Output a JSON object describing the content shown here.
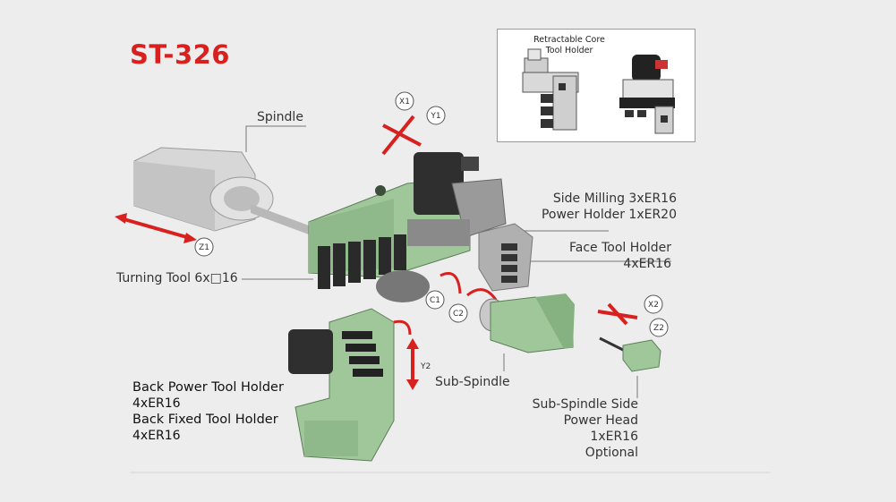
{
  "title": "ST-326",
  "inset": {
    "title_line1": "Retractable Core",
    "title_line2": "Tool Holder"
  },
  "labels": {
    "spindle": "Spindle",
    "side_milling_line1": "Side Milling  3xER16",
    "side_milling_line2": "Power Holder  1xER20",
    "face_tool_line1": "Face Tool Holder",
    "face_tool_line2": "4xER16",
    "turning_tool": "Turning Tool 6x□16",
    "back_power_line1": "Back Power Tool Holder",
    "back_power_line2": "4xER16",
    "back_fixed_line1": "Back Fixed Tool Holder",
    "back_fixed_line2": "4xER16",
    "sub_spindle": "Sub-Spindle",
    "sub_side_line1": "Sub-Spindle Side",
    "sub_side_line2": "Power Head",
    "sub_side_line3": "1xER16",
    "sub_side_line4": "Optional"
  },
  "axes": {
    "x1": "X1",
    "y1": "Y1",
    "z1": "Z1",
    "c1": "C1",
    "c2": "C2",
    "x2": "X2",
    "z2": "Z2",
    "y2": "Y2"
  },
  "colors": {
    "title_red": "#d8201f",
    "machine_green": "#9fc79a",
    "arrow_red": "#d8201f",
    "background": "#ededed"
  }
}
